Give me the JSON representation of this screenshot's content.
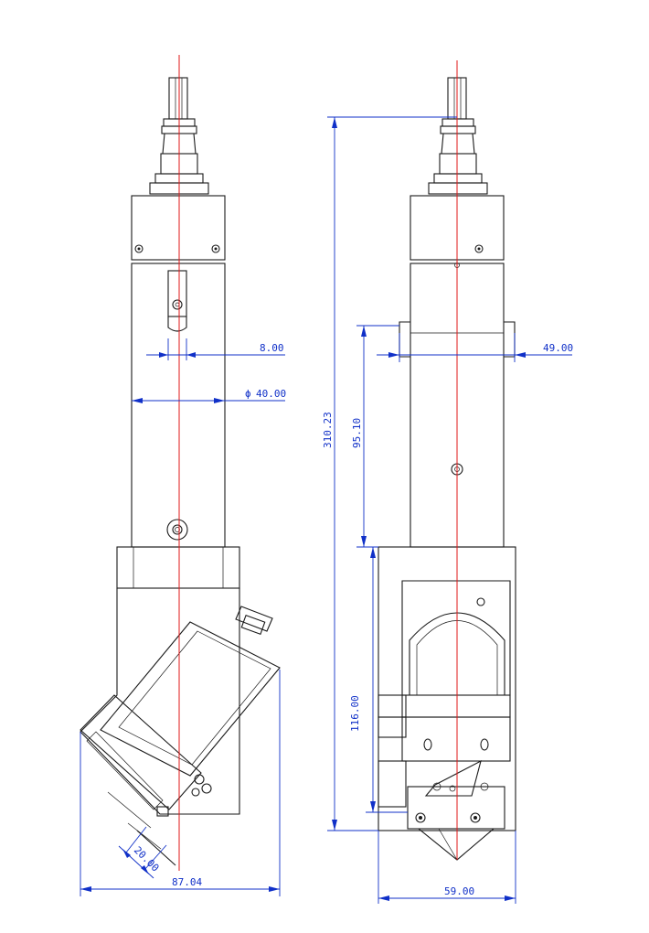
{
  "dimensions": {
    "front_offset": "8.00",
    "front_diameter_symbol": "ϕ",
    "front_diameter": "40.00",
    "front_width": "87.04",
    "front_small": "20.00",
    "side_total_height": "310.23",
    "side_upper_height": "95.10",
    "side_lower_height": "116.00",
    "side_flange_width": "49.00",
    "side_base_width": "59.00"
  },
  "colors": {
    "outline": "#1a1a1a",
    "centerline": "#e01818",
    "dimension": "#1030c8"
  }
}
